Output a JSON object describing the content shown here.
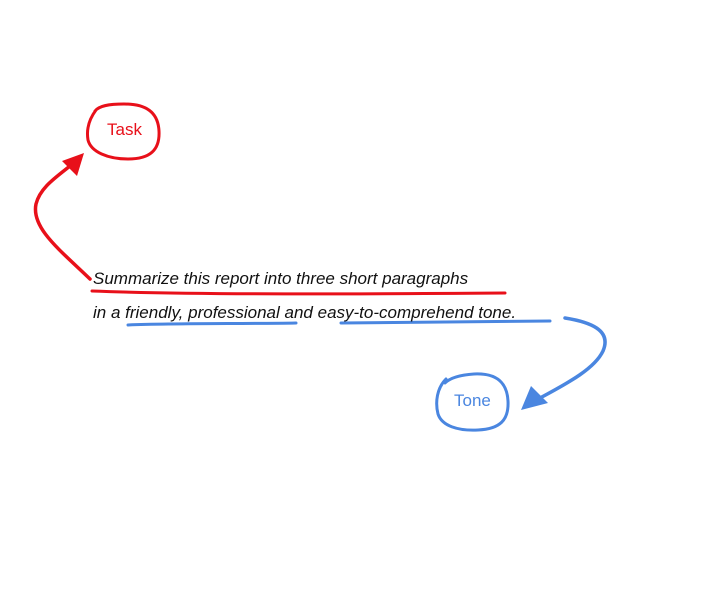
{
  "prompt": {
    "line1": "Summarize this report into three short paragraphs",
    "line2_prefix": "in a ",
    "line2_friendly": "friendly, professional",
    "line2_mid": " and ",
    "line2_easy": "easy-to-comprehend tone",
    "line2_suffix": "."
  },
  "annotations": {
    "task": {
      "label": "Task",
      "color": "#e8101a"
    },
    "tone": {
      "label": "Tone",
      "color": "#4a86e0"
    }
  }
}
